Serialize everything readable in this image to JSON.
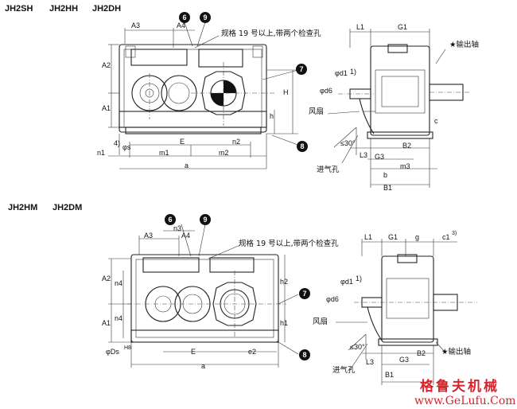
{
  "section1": {
    "models": [
      "JH2SH",
      "JH2HH",
      "JH2DH"
    ],
    "top_note": "规格 19 号以上,带两个检查孔",
    "fan_label": "风扇",
    "output_shaft_label": "输出轴",
    "air_inlet_label": "进气孔",
    "callouts": [
      "6",
      "9",
      "7",
      "8"
    ],
    "dims": {
      "A3": "A3",
      "A4": "A4",
      "A2": "A2",
      "A1": "A1",
      "H": "H",
      "h": "h",
      "n1": "n1",
      "s_note": "4)",
      "s": "φs",
      "m1": "m1",
      "E": "E",
      "n2": "n2",
      "m2": "m2",
      "a": "a",
      "L1": "L1",
      "G1": "G1",
      "d1": "φd1",
      "d1_note": "1)",
      "d6": "φd6",
      "c": "c",
      "B2": "B2",
      "L3": "L3",
      "G3": "G3",
      "m3": "m3",
      "b": "b",
      "B1": "B1",
      "angle": "≤30°"
    }
  },
  "section2": {
    "models": [
      "JH2HM",
      "JH2DM"
    ],
    "top_note": "规格 19 号以上,带两个检查孔",
    "fan_label": "风扇",
    "output_shaft_label": "输出轴",
    "air_inlet_label": "进气孔",
    "callouts": [
      "6",
      "9",
      "7",
      "8"
    ],
    "dims": {
      "A3": "A3",
      "A4": "A4",
      "n3": "n3",
      "A2": "A2",
      "A1": "A1",
      "n4a": "n4",
      "n4b": "n4",
      "h2": "h2",
      "h1": "h1",
      "s": "φDs",
      "s_note": "H8",
      "E": "E",
      "e2": "e2",
      "a": "a",
      "L1": "L1",
      "G1": "G1",
      "g": "g",
      "c1": "c1",
      "c1_note": "3)",
      "d1": "φd1",
      "d1_note": "1)",
      "d6": "φd6",
      "B2": "B2",
      "L3": "L3",
      "G3": "G3",
      "B1": "B1",
      "angle": "≤30°"
    }
  },
  "watermark": {
    "brand_cn": "格鲁夫机械",
    "url": "www.GeLufu.Com"
  }
}
